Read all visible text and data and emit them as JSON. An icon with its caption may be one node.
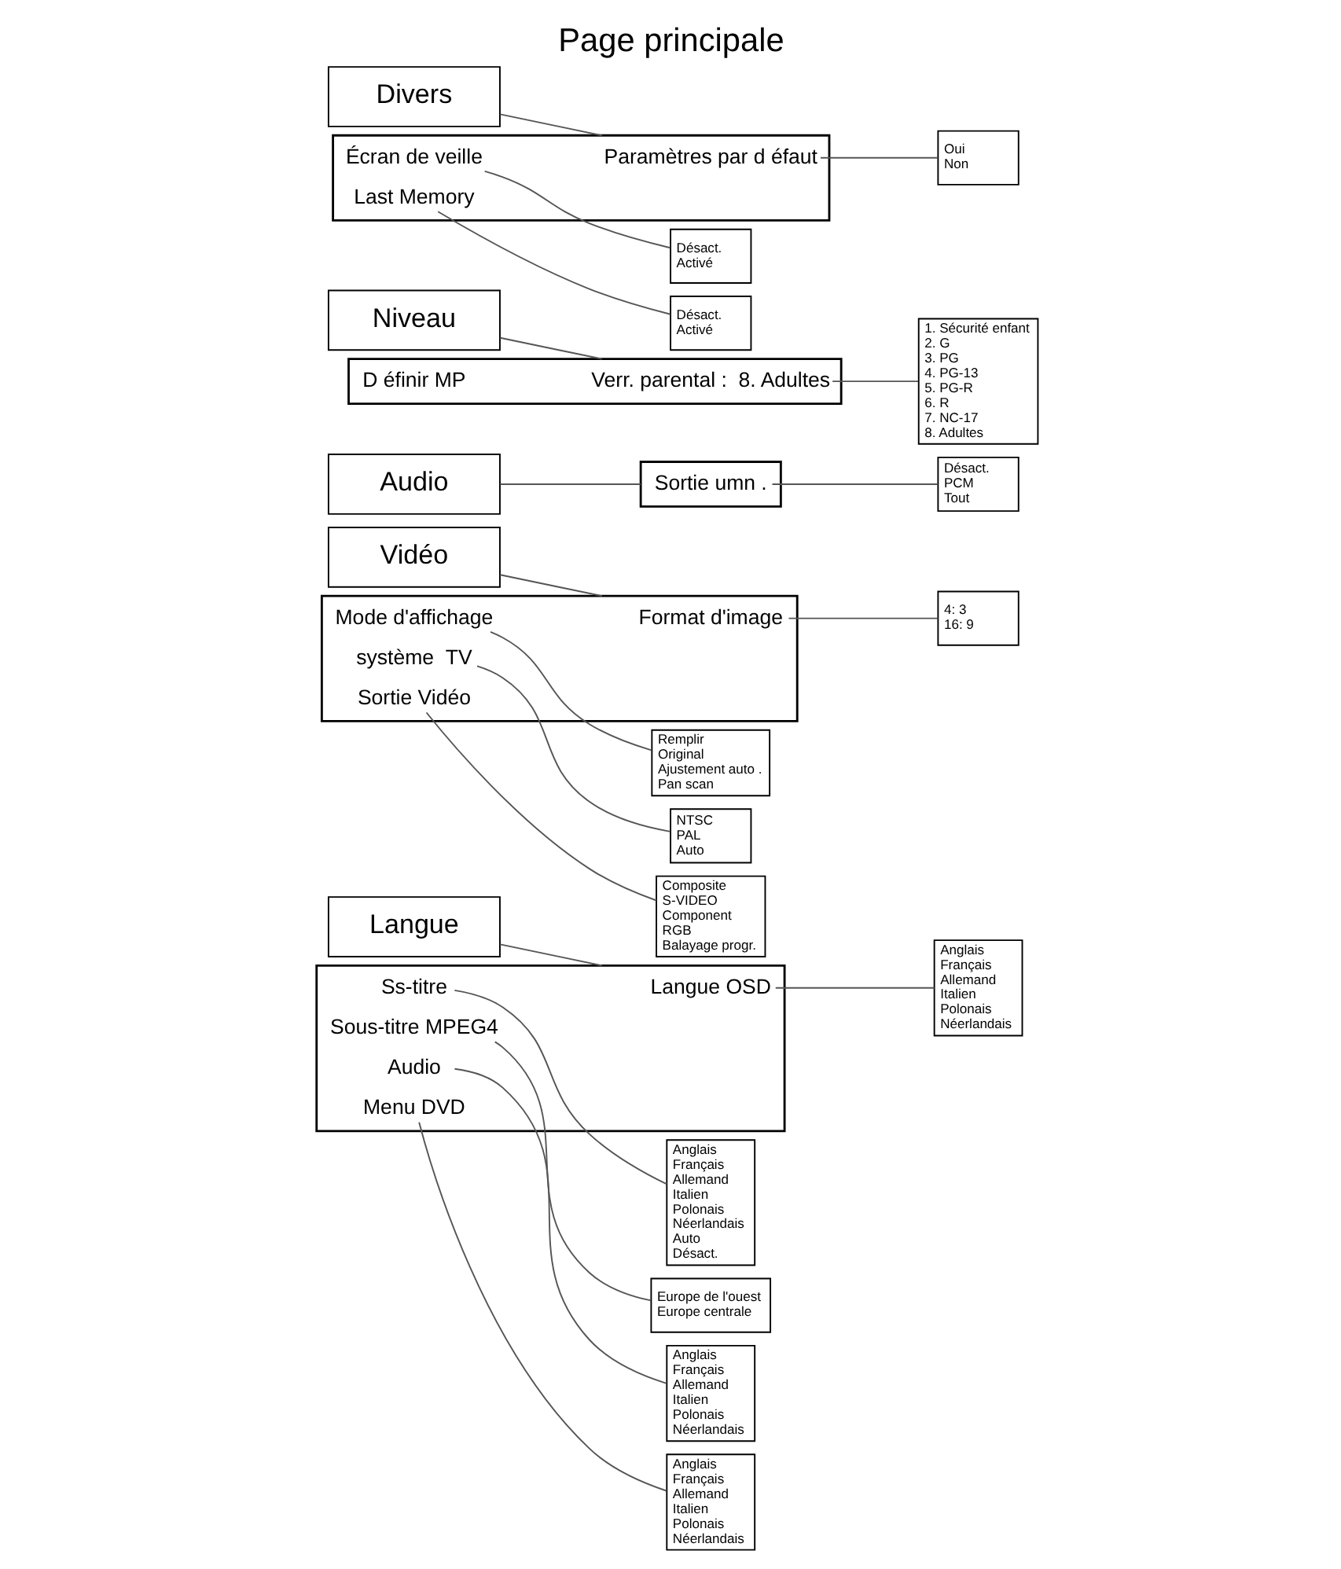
{
  "diagram": {
    "title": "Page principale",
    "nodes": [
      {
        "text": [
          "Langue"
        ]
      },
      {
        "text": [],
        "shape": "box"
      },
      {
        "text": [
          "Langue OSD"
        ],
        "in": 1
      },
      {
        "text": [
          "Ss-titre"
        ],
        "in": 1
      },
      {
        "text": [
          "Sous-titre MPEG4"
        ],
        "in": 1
      },
      {
        "text": [
          "Audio"
        ],
        "in": 1
      },
      {
        "text": [
          "Menu DVD"
        ],
        "in": 1
      },
      {
        "text": [
          "Anglais",
          "Français",
          "Allemand",
          "Italien",
          "Polonais",
          "Néerlandais"
        ]
      },
      {
        "text": [
          "Anglais",
          "Français",
          "Allemand",
          "Italien",
          "Polonais",
          "Néerlandais",
          "Auto",
          "Désact."
        ]
      },
      {
        "text": [
          "Europe de l'ouest",
          "Europe centrale"
        ]
      },
      {
        "text": [
          "Anglais",
          "Français",
          "Allemand",
          "Italien",
          "Polonais",
          "Néerlandais"
        ]
      },
      {
        "text": [
          "Anglais",
          "Français",
          "Allemand",
          "Italien",
          "Polonais",
          "Néerlandais"
        ]
      },
      {
        "text": [
          "Vidéo"
        ]
      },
      {
        "text": [],
        "shape": "box"
      },
      {
        "text": [
          "Format d'image"
        ],
        "in": 13
      },
      {
        "text": [
          "Mode d'affichage"
        ],
        "in": 13
      },
      {
        "text": [
          "système  TV"
        ],
        "in": 13
      },
      {
        "text": [
          "Sortie Vidéo"
        ],
        "in": 13
      },
      {
        "text": [
          "4: 3",
          "16: 9"
        ]
      },
      {
        "text": [
          "Remplir",
          "Original",
          "Ajustement auto .",
          "Pan scan"
        ]
      },
      {
        "text": [
          "NTSC",
          "PAL",
          "Auto"
        ]
      },
      {
        "text": [
          "Composite",
          "S-VIDEO",
          "Component",
          "RGB",
          "Balayage progr."
        ]
      },
      {
        "text": [
          "Audio"
        ]
      },
      {
        "text": [],
        "shape": "box"
      },
      {
        "text": [
          "Sortie umn ."
        ],
        "in": 23
      },
      {
        "text": [
          "Désact.",
          "PCM",
          "Tout"
        ]
      },
      {
        "text": [
          "Niveau"
        ]
      },
      {
        "text": [],
        "shape": "box"
      },
      {
        "text": [
          "Verr. parental :  8. Adultes"
        ],
        "in": 27
      },
      {
        "text": [
          "D éfinir MP"
        ],
        "in": 27
      },
      {
        "text": [
          "1. Sécurité enfant",
          "2. G",
          "3. PG",
          "4. PG-13",
          "5. PG-R",
          "6. R",
          "7. NC-17",
          "8. Adultes"
        ]
      },
      {
        "text": [
          "Divers"
        ]
      },
      {
        "text": [],
        "shape": "box"
      },
      {
        "text": [
          "Paramètres par d éfaut"
        ],
        "in": 32
      },
      {
        "text": [
          "Écran de veille"
        ],
        "in": 32
      },
      {
        "text": [
          "Last Memory"
        ],
        "in": 32
      },
      {
        "text": [
          "Oui",
          "Non"
        ]
      },
      {
        "text": [
          "Désact.",
          "Activé"
        ]
      },
      {
        "text": [
          "Désact.",
          "Activé"
        ]
      }
    ],
    "edges": [
      {
        "from": 0,
        "to": 1,
        "arrow": "none"
      },
      {
        "from": 2,
        "to": 7,
        "arrow": "none"
      },
      {
        "from": 3,
        "to": 8,
        "arrow": "none"
      },
      {
        "from": 4,
        "to": 9,
        "arrow": "none"
      },
      {
        "from": 5,
        "to": 10,
        "arrow": "none"
      },
      {
        "from": 6,
        "to": 11,
        "arrow": "none"
      },
      {
        "from": 12,
        "to": 13,
        "arrow": "none"
      },
      {
        "from": 14,
        "to": 18,
        "arrow": "none"
      },
      {
        "from": 15,
        "to": 19,
        "arrow": "none"
      },
      {
        "from": 16,
        "to": 20,
        "arrow": "none"
      },
      {
        "from": 17,
        "to": 21,
        "arrow": "none"
      },
      {
        "from": 22,
        "to": 23,
        "arrow": "none"
      },
      {
        "from": 24,
        "to": 25,
        "arrow": "none"
      },
      {
        "from": 26,
        "to": 27,
        "arrow": "none"
      },
      {
        "from": 28,
        "to": 30,
        "arrow": "none"
      },
      {
        "from": 31,
        "to": 32,
        "arrow": "none"
      },
      {
        "from": 33,
        "to": 36,
        "arrow": "none"
      },
      {
        "from": 34,
        "to": 37,
        "arrow": "none"
      },
      {
        "from": 35,
        "to": 38,
        "arrow": "none"
      }
    ]
  }
}
